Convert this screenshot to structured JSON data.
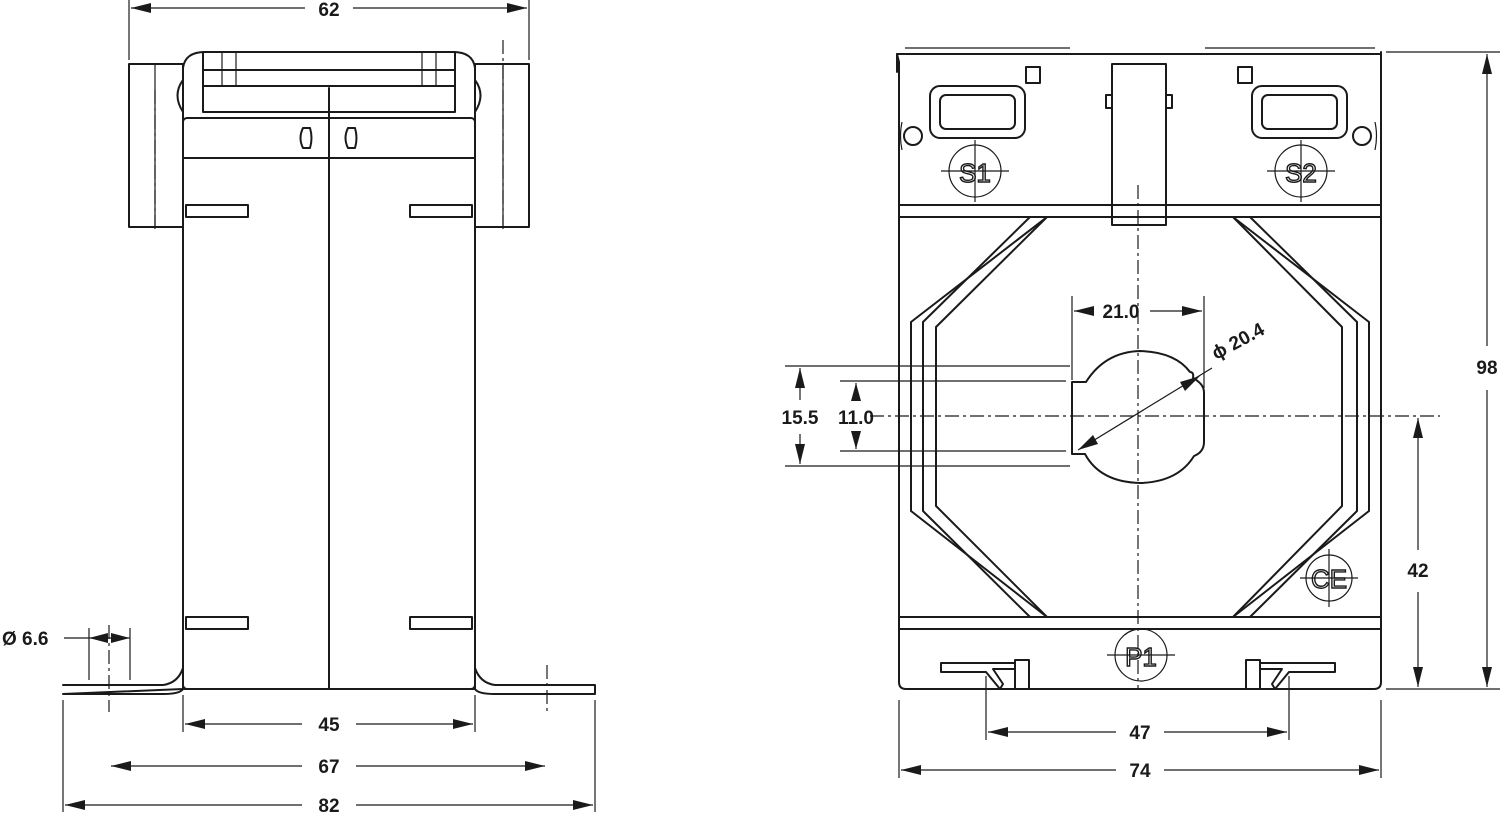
{
  "side_view": {
    "dim_top_width": "62",
    "dim_inner_width": "45",
    "dim_mount_spacing": "67",
    "dim_base_width": "82",
    "dim_hole_diameter": "Ø 6.6"
  },
  "front_view": {
    "dim_window_width": "21.0",
    "dim_window_diameter": "ϕ 20.4",
    "dim_window_height_outer": "15.5",
    "dim_window_height_inner": "11.0",
    "dim_overall_height": "98",
    "dim_center_height": "42",
    "dim_slot_spacing": "47",
    "dim_overall_width": "74",
    "terminal_s1": "S1",
    "terminal_s2": "S2",
    "terminal_p1": "P1",
    "ce_mark": "CE"
  }
}
